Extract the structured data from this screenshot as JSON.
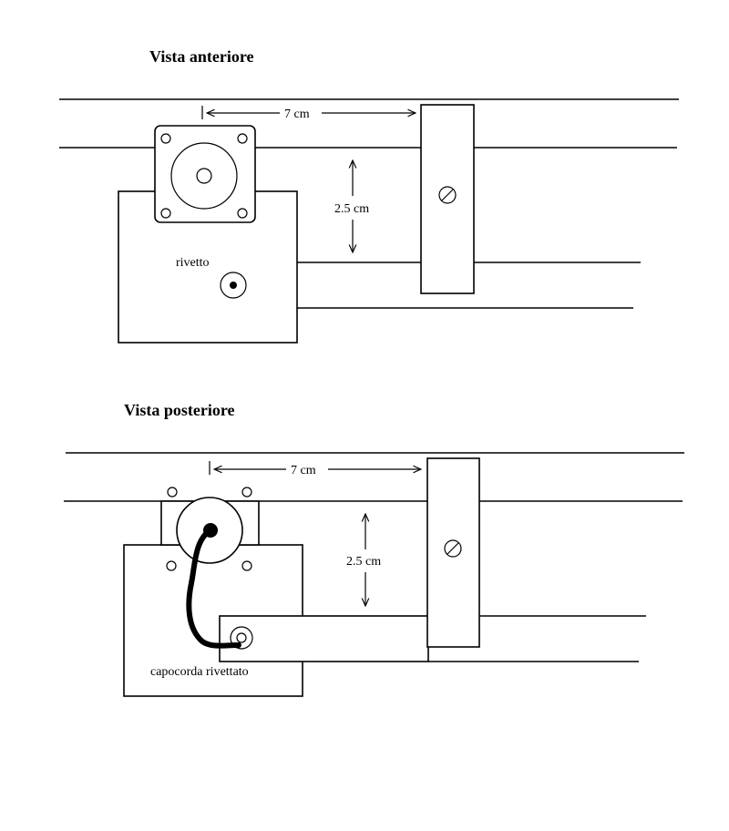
{
  "front_view": {
    "title": "Vista anteriore",
    "dim_horizontal": "7 cm",
    "dim_vertical": "2.5 cm",
    "rivet_label": "rivetto"
  },
  "rear_view": {
    "title": "Vista posteriore",
    "dim_horizontal": "7 cm",
    "dim_vertical": "2.5 cm",
    "terminal_label": "capocorda rivettato"
  },
  "colors": {
    "line": "#000000",
    "background": "#ffffff"
  }
}
